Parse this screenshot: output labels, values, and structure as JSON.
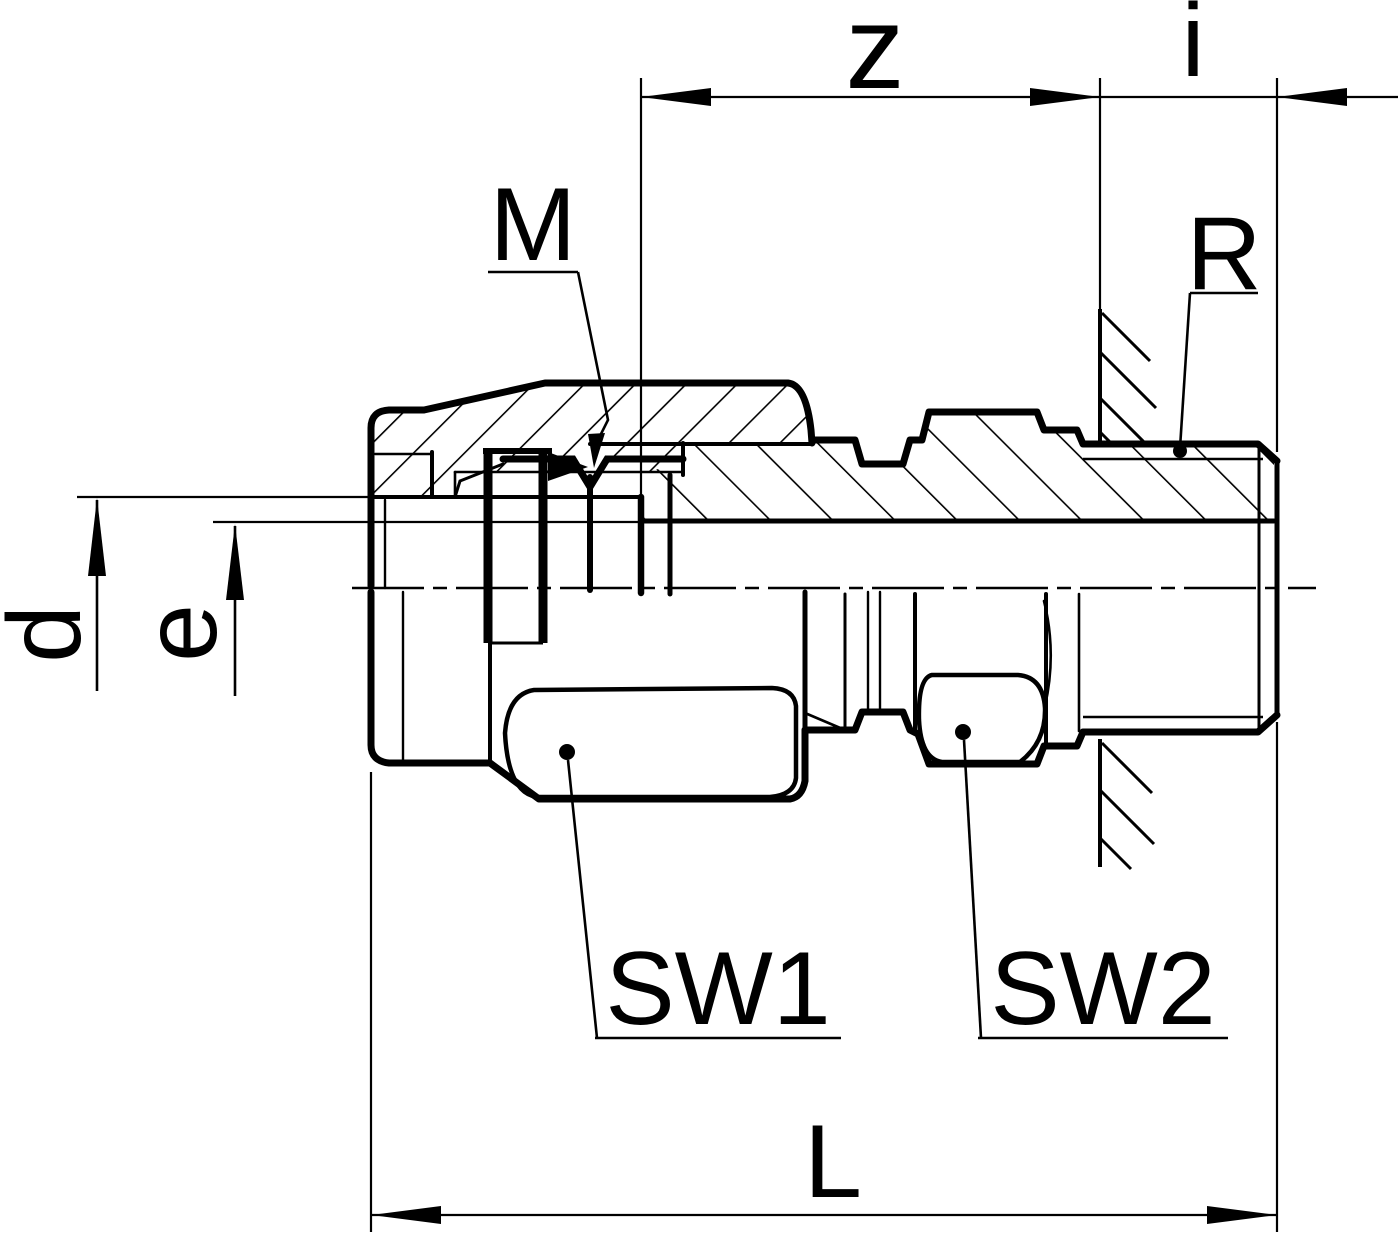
{
  "drawing": {
    "background": "#ffffff",
    "ink": "#000000",
    "labels": {
      "z": "z",
      "i": "i",
      "m": "M",
      "r": "R",
      "d": "d",
      "e": "e",
      "sw1": "SW1",
      "sw2": "SW2",
      "l": "L"
    }
  }
}
